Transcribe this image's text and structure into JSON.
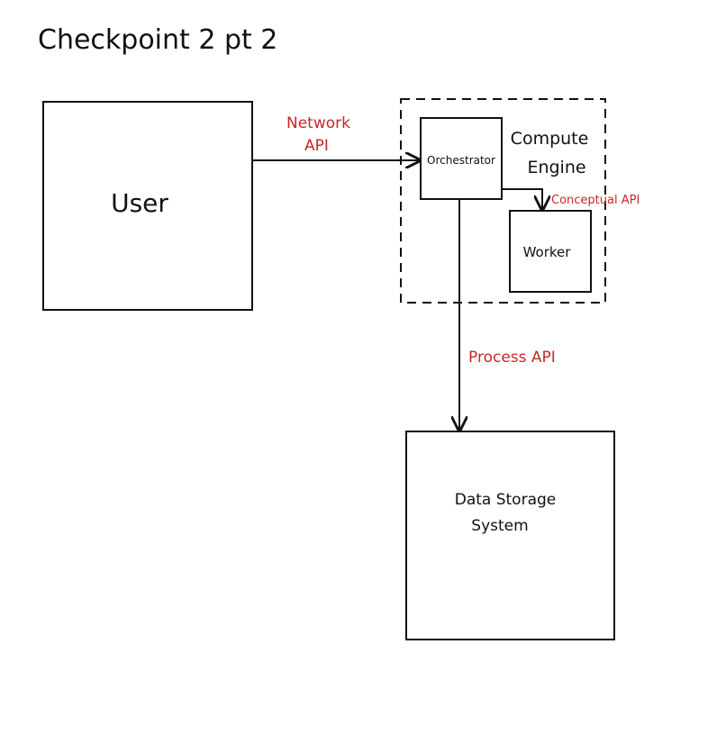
{
  "title": "Checkpoint 2 pt 2",
  "nodes": {
    "user": {
      "label": "User"
    },
    "orchestrator": {
      "label": "Orchestrator"
    },
    "compute_engine": {
      "line1": "Compute",
      "line2": "Engine"
    },
    "worker": {
      "label": "Worker"
    },
    "data_storage": {
      "line1": "Data Storage",
      "line2": "System"
    }
  },
  "edges": {
    "network_api": {
      "line1": "Network",
      "line2": "API"
    },
    "conceptual_api": {
      "label": "Conceptual API"
    },
    "process_api": {
      "label": "Process API"
    }
  },
  "colors": {
    "stroke": "#111111",
    "api_label": "#c62828"
  }
}
